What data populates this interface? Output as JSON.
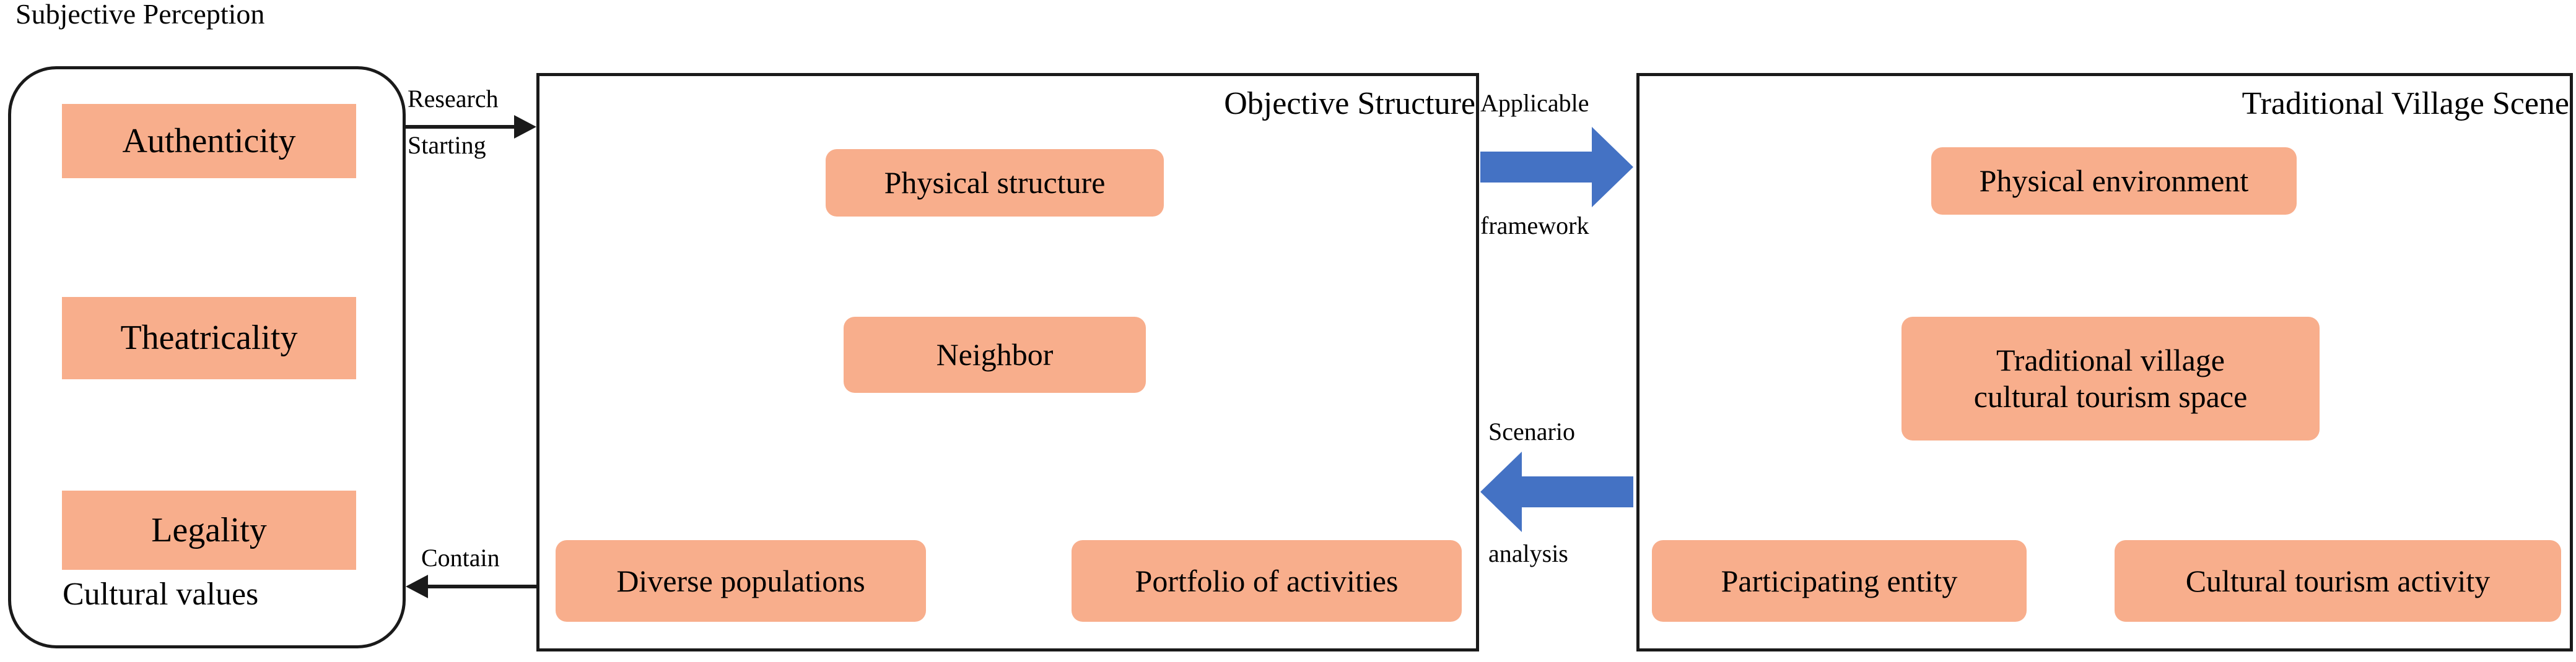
{
  "diagram": {
    "title_hidden": "",
    "colors": {
      "node_fill": "#F8AE8C",
      "arrow_blue": "#4472C4",
      "stroke": "#1a1a1a",
      "background": "#ffffff"
    }
  },
  "left_panel": {
    "caption_top": "Subjective Perception",
    "caption_bottom": "Cultural values",
    "nodes": [
      {
        "label": "Authenticity"
      },
      {
        "label": "Theatricality"
      },
      {
        "label": "Legality"
      }
    ]
  },
  "center_panel": {
    "title": "Objective Structure",
    "nodes": [
      {
        "label": "Physical structure"
      },
      {
        "label": "Neighbor"
      },
      {
        "label": "Diverse populations"
      },
      {
        "label": "Portfolio of activities"
      }
    ]
  },
  "right_panel": {
    "title": "Traditional Village Scene",
    "nodes": [
      {
        "label": "Physical environment"
      },
      {
        "label_line1": "Traditional village",
        "label_line2": "cultural tourism space"
      },
      {
        "label": "Participating entity"
      },
      {
        "label": "Cultural tourism activity"
      }
    ]
  },
  "connectors": {
    "research_starting_top": "Research",
    "research_starting_bottom": "Starting",
    "contain": "Contain",
    "applicable_top": "Applicable",
    "applicable_bottom": "framework",
    "scenario_top": "Scenario",
    "scenario_bottom": "analysis"
  }
}
